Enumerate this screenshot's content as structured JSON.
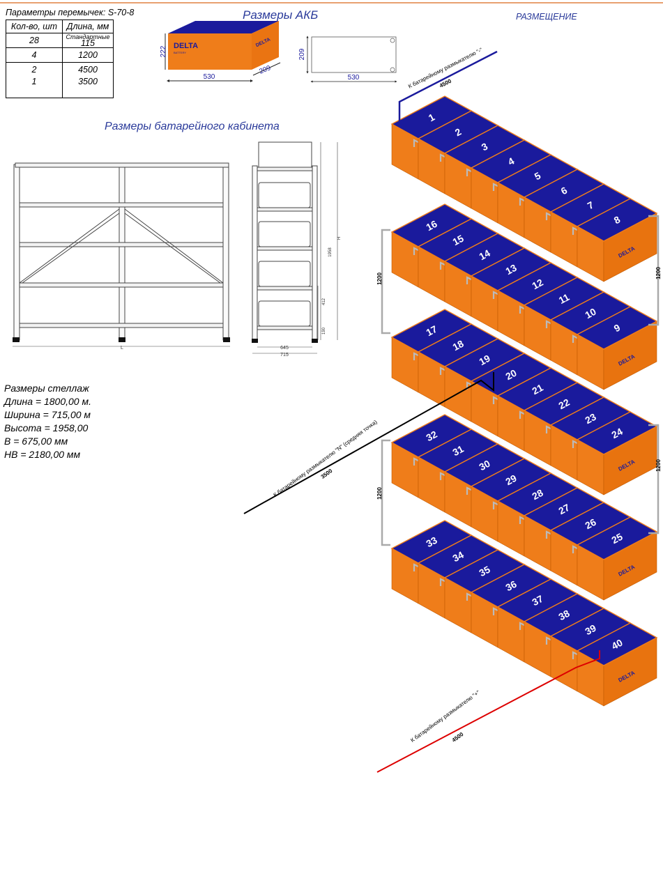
{
  "jumper_params": {
    "title": "Параметры перемычек: S-70-8",
    "headers": [
      "Кол-во, шт",
      "Длина, мм"
    ],
    "rows": [
      {
        "qty": "28",
        "note": "Стандартные",
        "length": "115"
      },
      {
        "qty": "4",
        "note": "",
        "length": "1200"
      },
      {
        "qty": "2",
        "note": "",
        "length": "4500"
      },
      {
        "qty": "1",
        "note": "",
        "length": "3500"
      }
    ]
  },
  "akb": {
    "title": "Размеры АКБ",
    "brand": "DELTA",
    "brand_sub": "BATTERY",
    "height": "222",
    "length": "530",
    "width": "209",
    "top_view_width": "209",
    "top_view_length": "530"
  },
  "placement": {
    "title": "РАЗМЕЩЕНИЕ"
  },
  "cabinet": {
    "title": "Размеры батарейного кабинета",
    "dim_L": "L",
    "dim_H": "H",
    "dim_h1": "1958",
    "dim_h2": "412",
    "dim_h3": "190",
    "dim_w1": "645",
    "dim_w2": "715"
  },
  "rack": {
    "lines": [
      "Размеры стеллаж",
      "Длина = 1800,00 м.",
      "Ширина = 715,00 м",
      "Высота = 1958,00",
      "B = 675,00 мм",
      "HB = 2180,00 мм"
    ]
  },
  "connections": {
    "minus_label": "К батарейному размыкателю \"-\"",
    "minus_length": "4500",
    "mid_label": "К батарейному размыкателю \"N\" (средняя точка)",
    "mid_length": "3500",
    "plus_label": "К батарейному размыкателю \"+\"",
    "plus_length": "4500",
    "jumper_length": "1200"
  },
  "battery_numbers": [
    [
      "1",
      "2",
      "3",
      "4",
      "5",
      "6",
      "7",
      "8"
    ],
    [
      "16",
      "15",
      "14",
      "13",
      "12",
      "11",
      "10",
      "9"
    ],
    [
      "17",
      "18",
      "19",
      "20",
      "21",
      "22",
      "23",
      "24"
    ],
    [
      "32",
      "31",
      "30",
      "29",
      "28",
      "27",
      "26",
      "25"
    ],
    [
      "33",
      "34",
      "35",
      "36",
      "37",
      "38",
      "39",
      "40"
    ]
  ],
  "colors": {
    "battery_top": "#1a1a9c",
    "battery_side": "#ef7d1a",
    "plus_wire": "#dd0000",
    "minus_wire": "#1a1a9c",
    "mid_wire": "#000000"
  }
}
